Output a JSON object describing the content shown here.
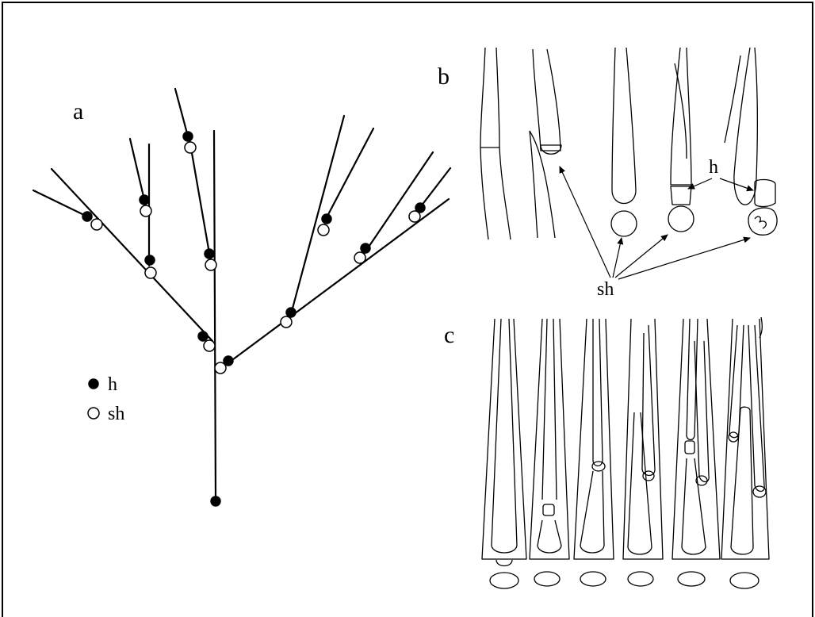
{
  "panels": {
    "a": "a",
    "b": "b",
    "c": "c"
  },
  "legend": [
    {
      "symbol": "filled-circle",
      "label": "h"
    },
    {
      "symbol": "open-circle",
      "label": "sh"
    }
  ],
  "annotations": {
    "b_h": "h",
    "b_sh": "sh"
  }
}
